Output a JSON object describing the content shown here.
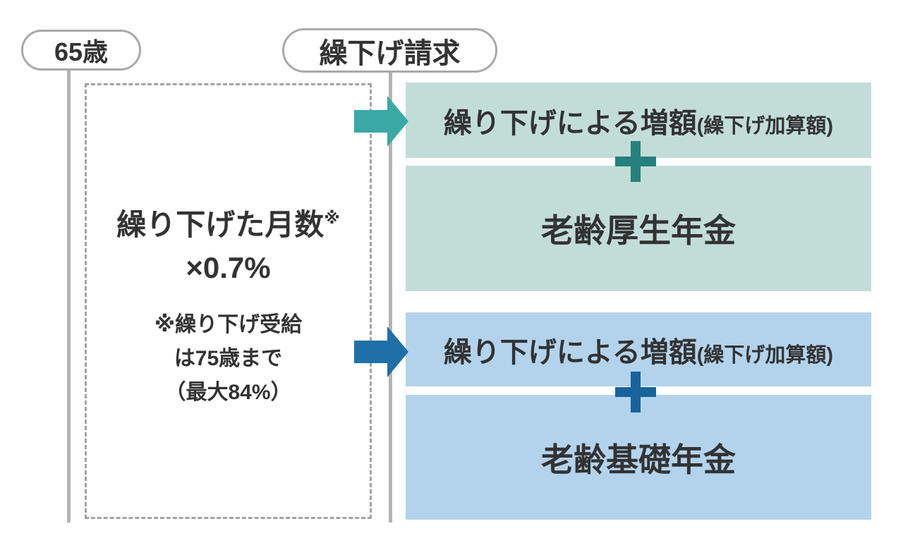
{
  "badges": {
    "age": "65歳",
    "claim": "繰下げ請求"
  },
  "formula_box": {
    "months_label": "繰り下げた月数",
    "note_mark": "※",
    "rate_line": "×0.7%",
    "note_lines": [
      "※繰り下げ受給",
      "は75歳まで",
      "（最大84%）"
    ]
  },
  "kosei_group": {
    "increase_label": "繰り下げによる増額",
    "increase_sub_label": "(繰下げ加算額)",
    "pension_label": "老齢厚生年金"
  },
  "kiso_group": {
    "increase_label": "繰り下げによる増額",
    "increase_sub_label": "(繰下げ加算額)",
    "pension_label": "老齢基礎年金"
  },
  "icons": {
    "arrow_right_teal": "right-arrow",
    "arrow_right_blue": "right-arrow",
    "plus_teal": "plus-cross",
    "plus_blue": "plus-cross"
  },
  "colors": {
    "teal_box": "#c2ddd8",
    "blue_box": "#b3d3ec",
    "teal_arrow": "#3aa8a4",
    "blue_arrow": "#1f6fa9",
    "teal_plus": "#26807d",
    "blue_plus": "#19639c",
    "text": "#333333",
    "border_gray": "#a9a9a9",
    "line_gray": "#b3b3b3",
    "dash_gray": "#a3a3a3"
  }
}
